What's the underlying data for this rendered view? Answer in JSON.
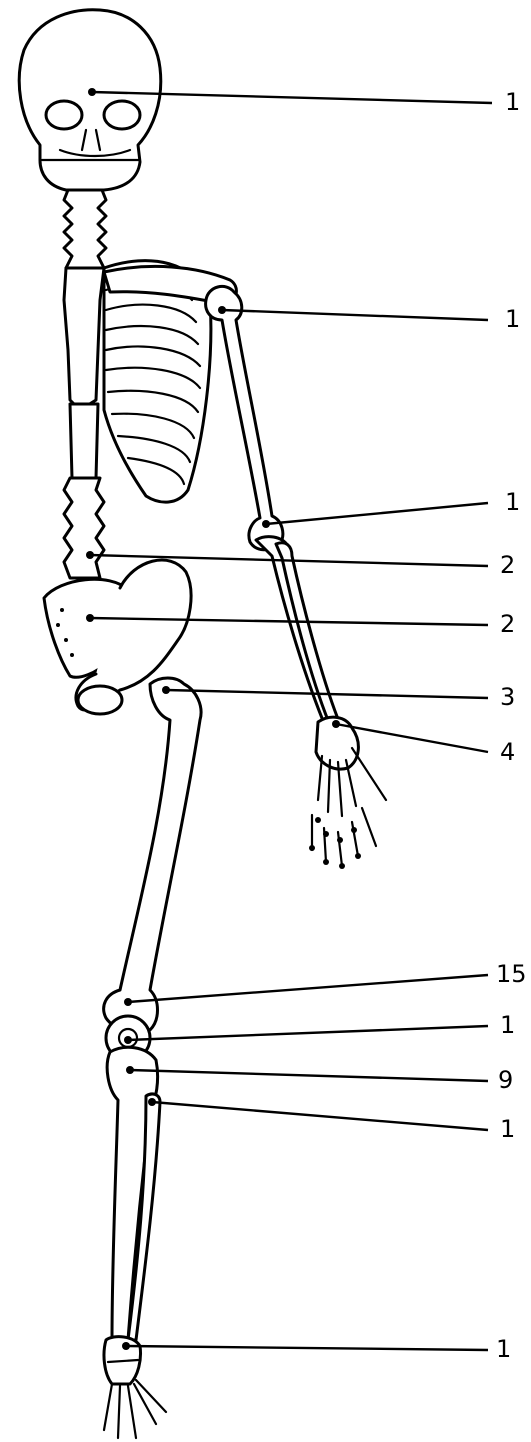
{
  "labels": [
    {
      "id": "skull",
      "text": "1"
    },
    {
      "id": "humerus",
      "text": "1"
    },
    {
      "id": "elbow",
      "text": "1"
    },
    {
      "id": "forearm",
      "text": "2"
    },
    {
      "id": "pelvis",
      "text": "2"
    },
    {
      "id": "hip",
      "text": "3"
    },
    {
      "id": "wrist",
      "text": "4"
    },
    {
      "id": "femur",
      "text": "15"
    },
    {
      "id": "patella",
      "text": "1"
    },
    {
      "id": "tibia",
      "text": "9"
    },
    {
      "id": "fibula",
      "text": "1"
    },
    {
      "id": "ankle",
      "text": "1"
    }
  ]
}
